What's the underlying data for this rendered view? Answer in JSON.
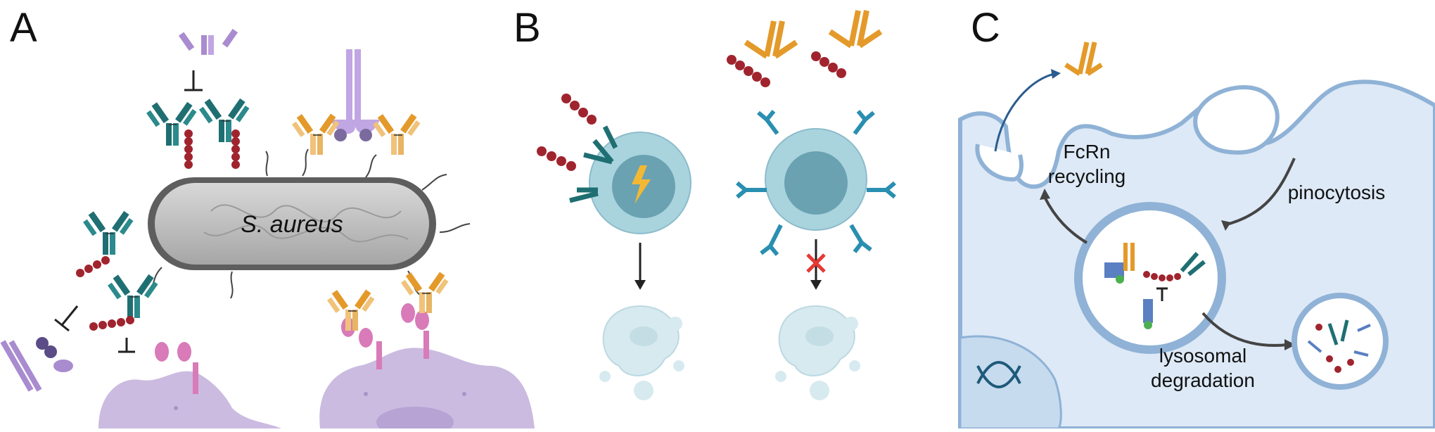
{
  "panels": {
    "a": {
      "label": "A",
      "bacterium_label": "S. aureus"
    },
    "b": {
      "label": "B"
    },
    "c": {
      "label": "C",
      "fcrn_label_line1": "FcRn",
      "fcrn_label_line2": "recycling",
      "pinocytosis_label": "pinocytosis",
      "lysosomal_label_line1": "lysosomal",
      "lysosomal_label_line2": "degradation"
    }
  },
  "colors": {
    "antibody_teal": "#1f6f72",
    "antibody_orange": "#e49a2a",
    "antibody_purple": "#a98bd0",
    "antigen_red": "#a0242e",
    "bacterium_gray": "#bdbdbd",
    "cell_blue": "#a9d4de",
    "cytoplasm_blue": "#dde9f6",
    "macrophage_purple": "#cbbbe0",
    "fcrn_blue": "#5a7fc2",
    "inhibition_red": "#e53935"
  }
}
